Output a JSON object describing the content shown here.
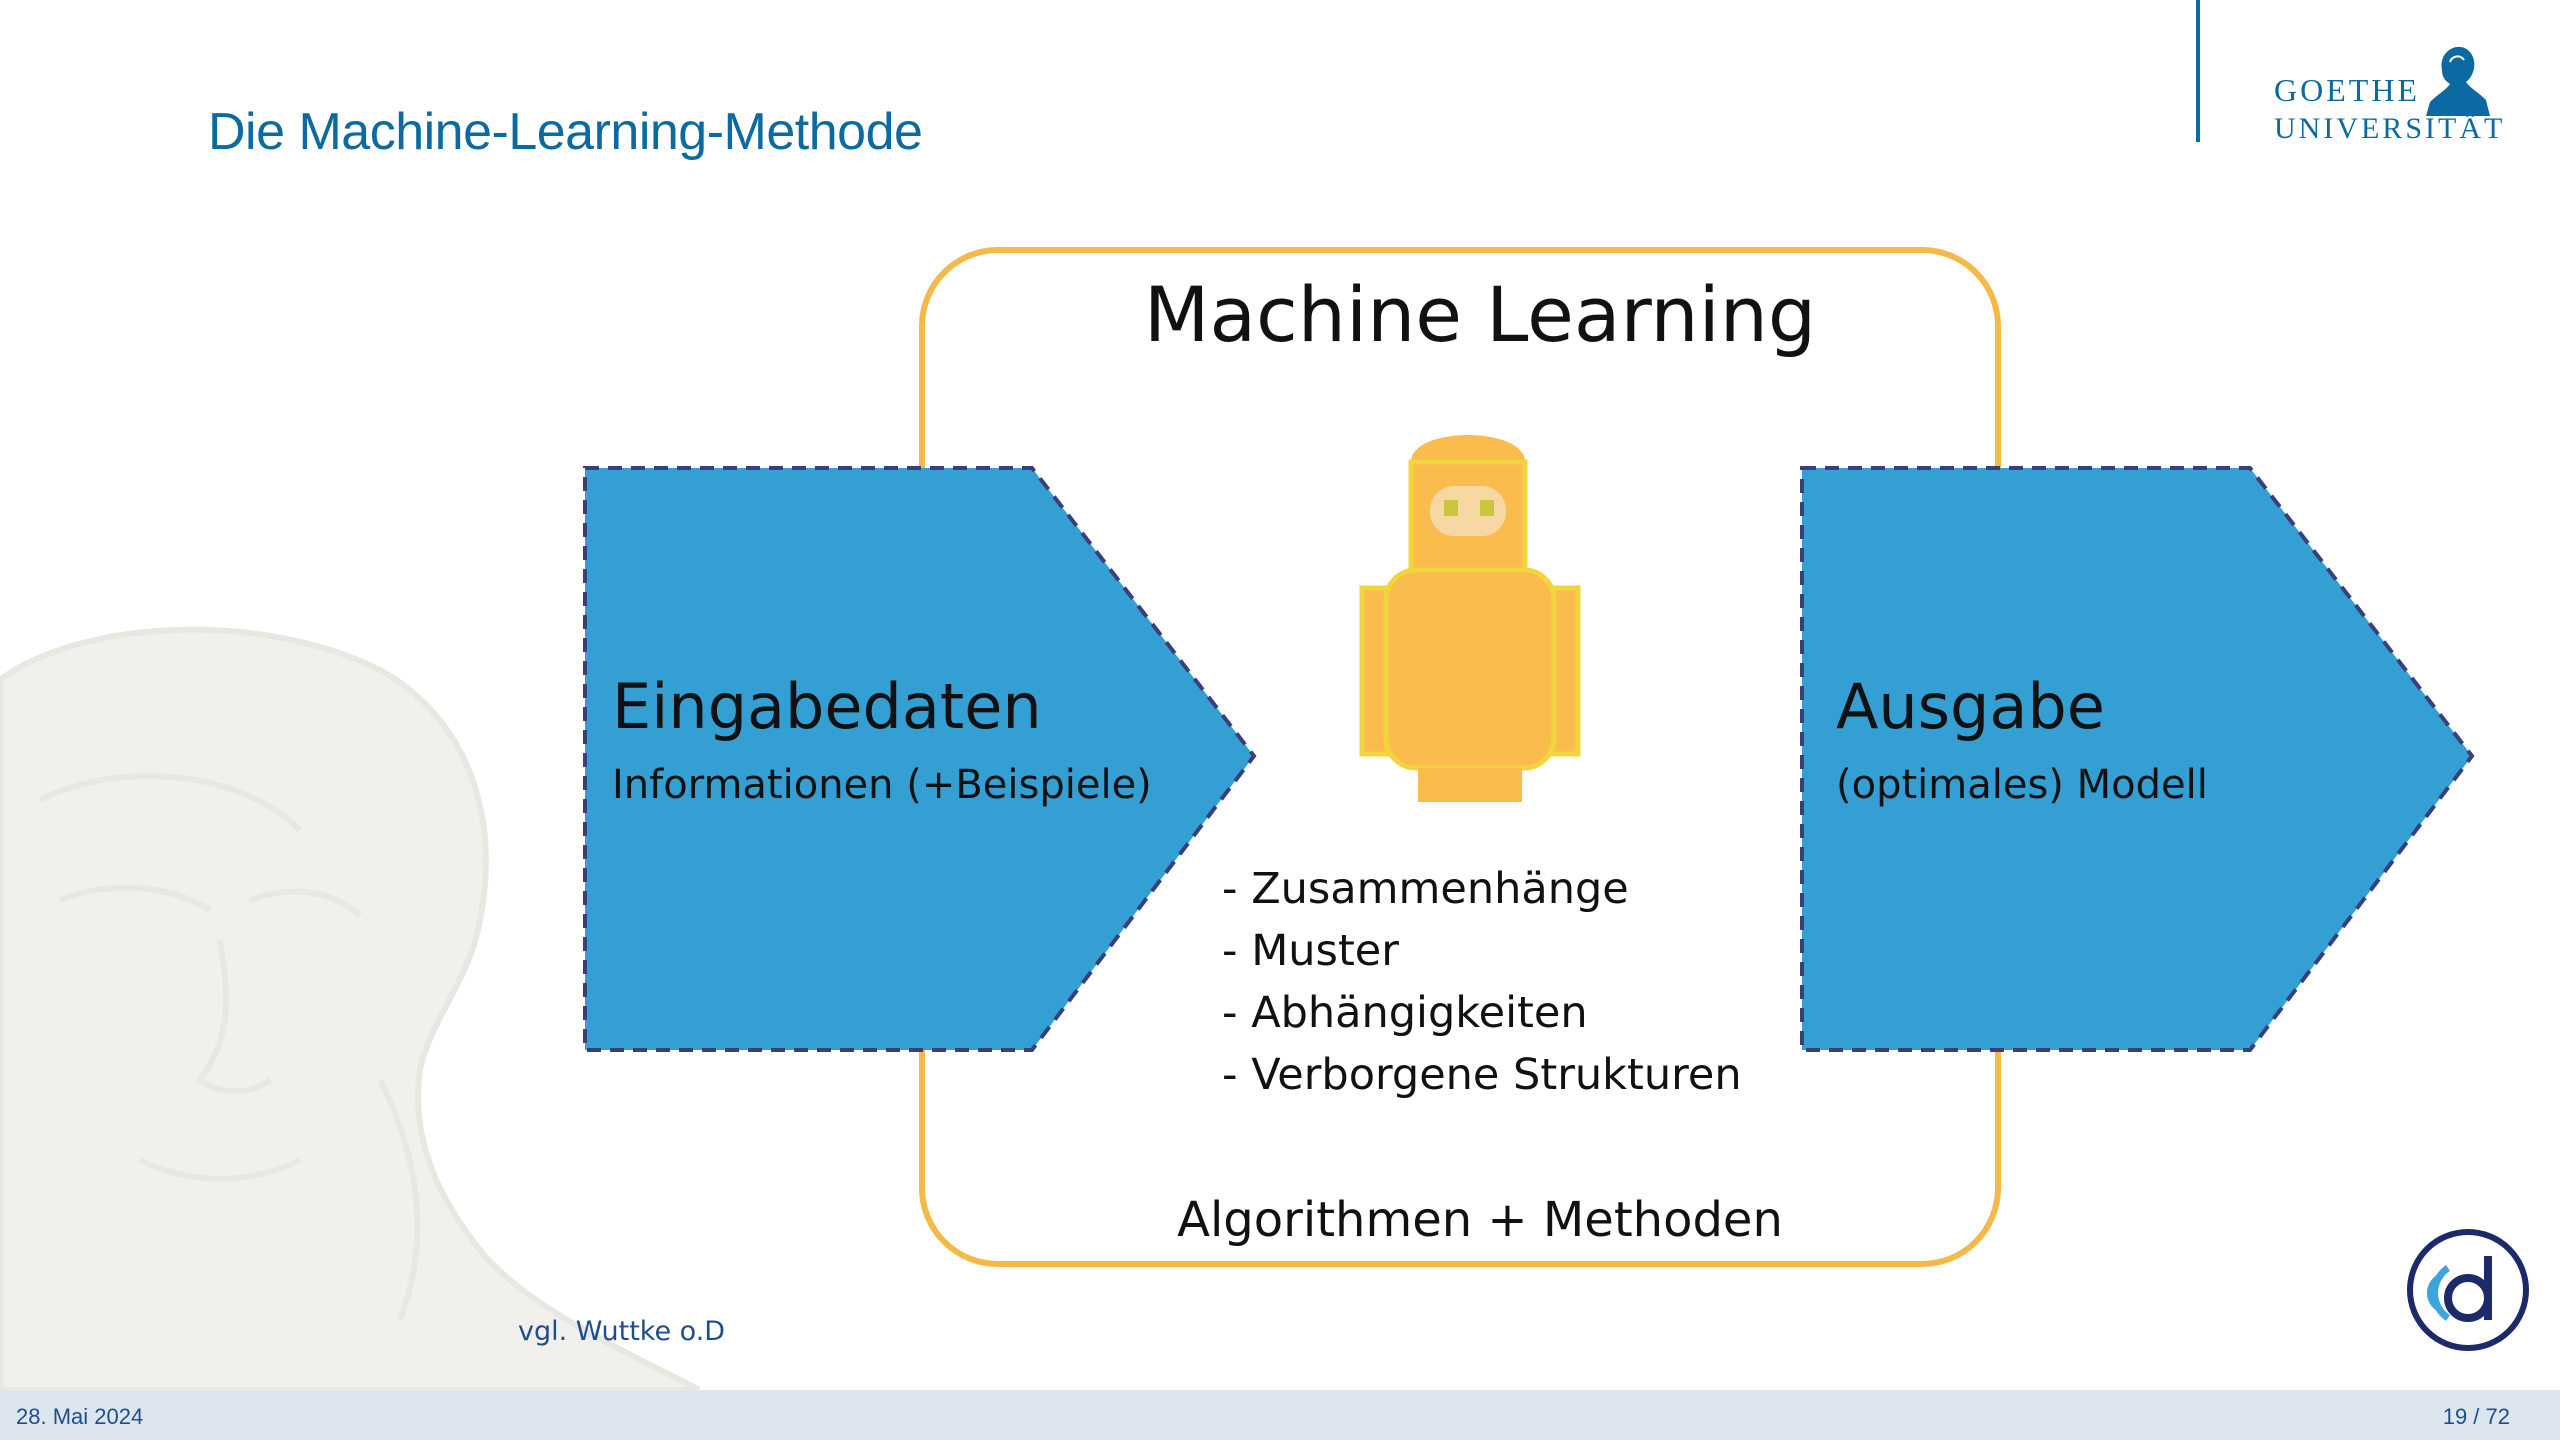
{
  "slide": {
    "title": "Die Machine-Learning-Methode",
    "citation": "vgl. Wuttke o.D"
  },
  "logo": {
    "line1": "GOETHE",
    "line2": "UNIVERSITÄT"
  },
  "diagram": {
    "center_title": "Machine Learning",
    "input": {
      "title": "Eingabedaten",
      "subtitle": "Informationen (+Beispiele)"
    },
    "output": {
      "title": "Ausgabe",
      "subtitle": "(optimales) Modell"
    },
    "bullets": [
      "Zusammenhänge",
      "Muster",
      "Abhängigkeiten",
      "Verborgene Strukturen"
    ],
    "bottom_label": "Algorithmen + Methoden",
    "colors": {
      "frame": "#f5b94a",
      "arrow_fill": "#349fd3",
      "arrow_border": "#3a3f7a",
      "robot": "#fbbc4e",
      "robot_outline": "#f2d53c"
    },
    "icons": [
      "robot-icon"
    ]
  },
  "footer": {
    "date": "28. Mai 2024",
    "page": "19 / 72"
  }
}
